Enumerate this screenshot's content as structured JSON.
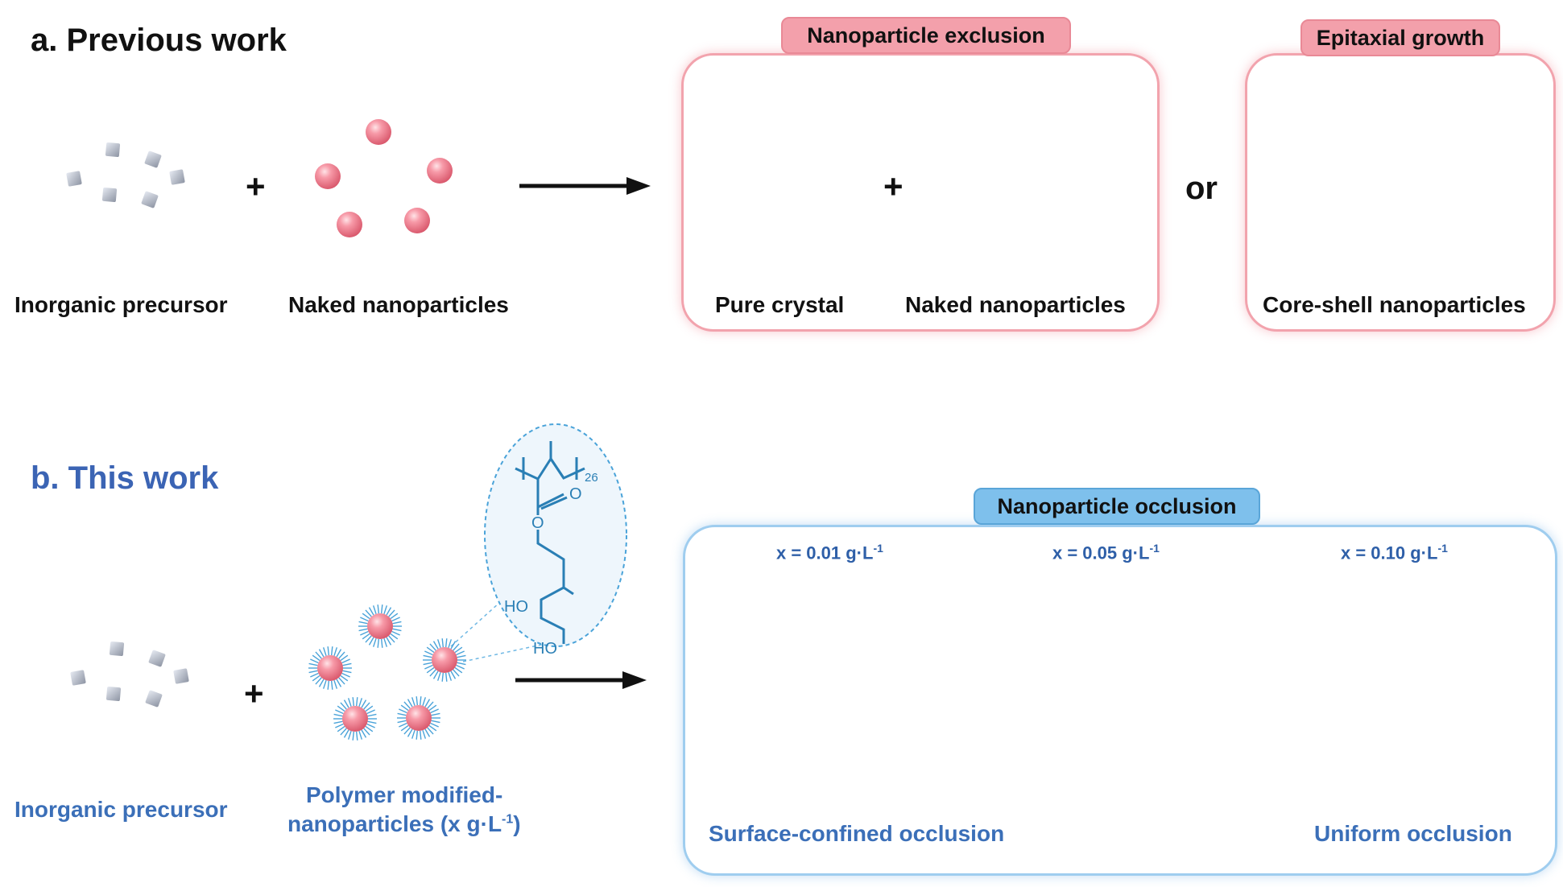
{
  "colors": {
    "particle": "#f07f8f",
    "crystal": "#d9d9d9",
    "title_b": "#3b64b4",
    "blue_text": "#3b6fb8",
    "pink_panel": "#f2a3ad",
    "blue_panel": "#9fcdef",
    "polymer": "#2a7fb5"
  },
  "section_a": {
    "title": "a. Previous work",
    "precursor_label": "Inorganic precursor",
    "plus": "+",
    "nanoparticles_label": "Naked nanoparticles",
    "exclusion_tag": "Nanoparticle exclusion",
    "pure_crystal_label": "Pure crystal",
    "panel_plus": "+",
    "panel_nanoparticles_label": "Naked nanoparticles",
    "or": "or",
    "epitaxial_tag": "Epitaxial growth",
    "core_shell_label": "Core-shell nanoparticles"
  },
  "section_b": {
    "title": "b. This work",
    "precursor_label": "Inorganic precursor",
    "plus": "+",
    "polymer_label_line1": "Polymer modified-",
    "polymer_label_line2_pre": "nanoparticles (x g·L",
    "polymer_label_line2_sup": "-1",
    "polymer_label_line2_post": ")",
    "occlusion_tag": "Nanoparticle occlusion",
    "conc": [
      {
        "text": "x = 0.01 g·L",
        "sup": "-1"
      },
      {
        "text": "x = 0.05 g·L",
        "sup": "-1"
      },
      {
        "text": "x = 0.10 g·L",
        "sup": "-1"
      }
    ],
    "surface_label": "Surface-confined occlusion",
    "uniform_label": "Uniform occlusion",
    "structure": {
      "subscript": "26",
      "o_double": "O",
      "o_ester": "O",
      "ho1": "HO",
      "ho2": "HO"
    }
  }
}
